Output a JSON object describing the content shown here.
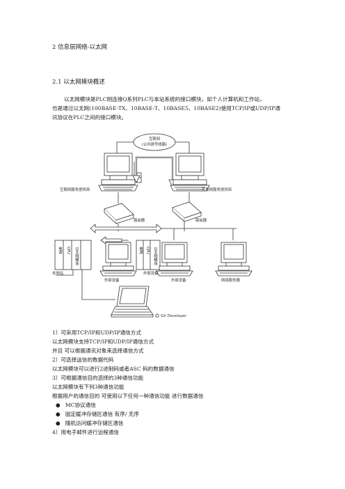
{
  "doc": {
    "section_title": "2 信息层网络-以太网",
    "subsection_title": "2.1 以太网模块概述",
    "intro_lines": [
      "以太网模块是PLC侧连接Q系列PLC与本站系统的接口模块，如个人计算机和工作站，",
      "也是通过以太网(100BASE-TX、10BASE-T、10BASE5、10BASE2)使用TCP/IP或UDP/IP通",
      "讯协议在PLC之间的接口模块。"
    ]
  },
  "diagram": {
    "internet_cloud_line1": "互联网",
    "internet_cloud_line2": "(公共拨号线路)",
    "isp_left": "互联网服务提供商",
    "isp_right": "互联网服务提供商",
    "router_left": "路由器",
    "router_right": "路由器",
    "module_power": "电源",
    "module_cpu": "CPU",
    "module_ethernet": "以太网模块",
    "local_station": "本地站",
    "external_device_1": "外部设备",
    "external_device_2": "外部设备",
    "external_device_3": "外部设备",
    "mail_server": "网络服务器",
    "gx_developer": "GX Developer"
  },
  "features": {
    "f1_title": "1）可采用TCP/IP和UDP/IP通信方式",
    "f1_line1": "以太网模块支持TCP/IP和UDP/IP通信方式",
    "f1_line2": "并且 可以根据通讯对象来选择通信方式",
    "f2_title": "2）可选择送信的数据代码",
    "f2_line1": "以太网模块可以进行2进制码或者ASC 码的数据通信",
    "f3_title": "3）可根据通信目的选择的3种通信功能",
    "f3_line1": "以太网模块有下列3种通信功能",
    "f3_line2": "根据用户的通信目的 可使用以下任何一种通信功能 进行数据通信",
    "bullets": [
      "MC协议通信",
      "固定缓冲存储区通信 有序/ 无序",
      "随机访问缓冲存储区通信"
    ],
    "f4_title": "4）用电子邮件进行远程通信"
  }
}
